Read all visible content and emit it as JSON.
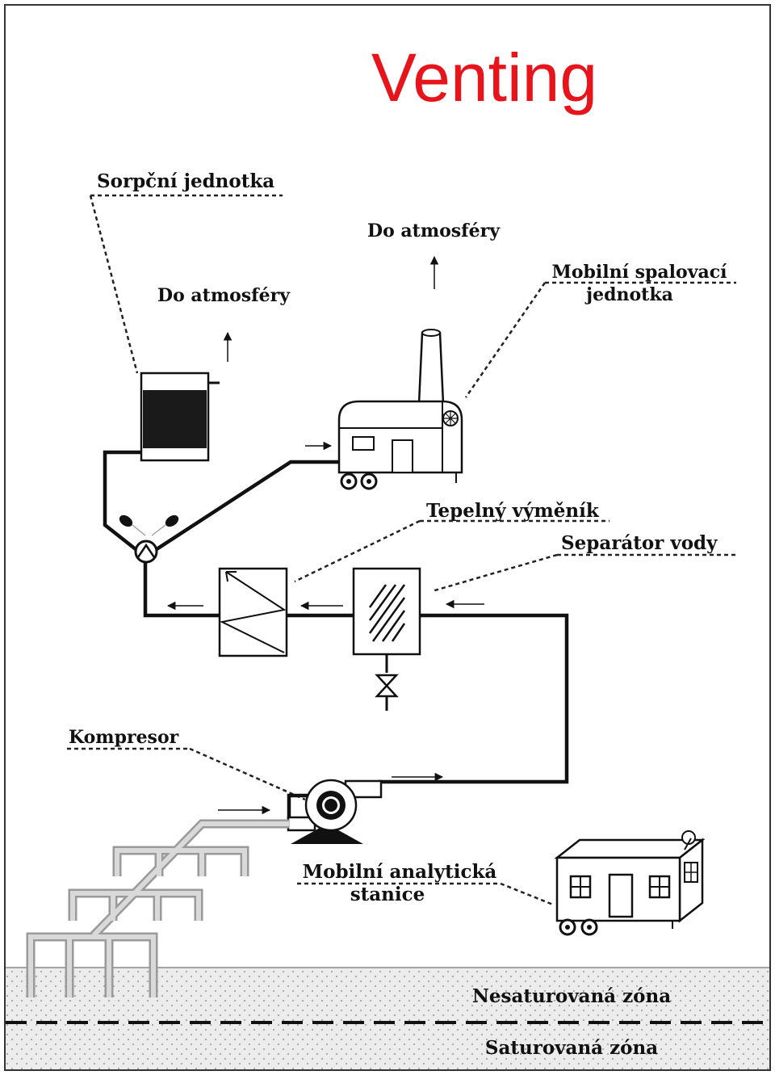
{
  "title": "Venting",
  "labels": {
    "sorption_unit": "Sorpční jednotka",
    "to_atmosphere_left": "Do atmosféry",
    "to_atmosphere_right": "Do atmosféry",
    "combustion_unit_line1": "Mobilní spalovací",
    "combustion_unit_line2": "jednotka",
    "heat_exchanger": "Tepelný výměník",
    "water_separator": "Separátor vody",
    "compressor": "Kompresor",
    "analytic_station_line1": "Mobilní analytická",
    "analytic_station_line2": "stanice",
    "unsaturated_zone": "Nesaturovaná zóna",
    "saturated_zone": "Saturovaná zóna"
  },
  "colors": {
    "title": "#e8141c",
    "ink": "#111111",
    "soil_fill": "#e8e8e8",
    "well_pipe": "#9a9a9a"
  }
}
